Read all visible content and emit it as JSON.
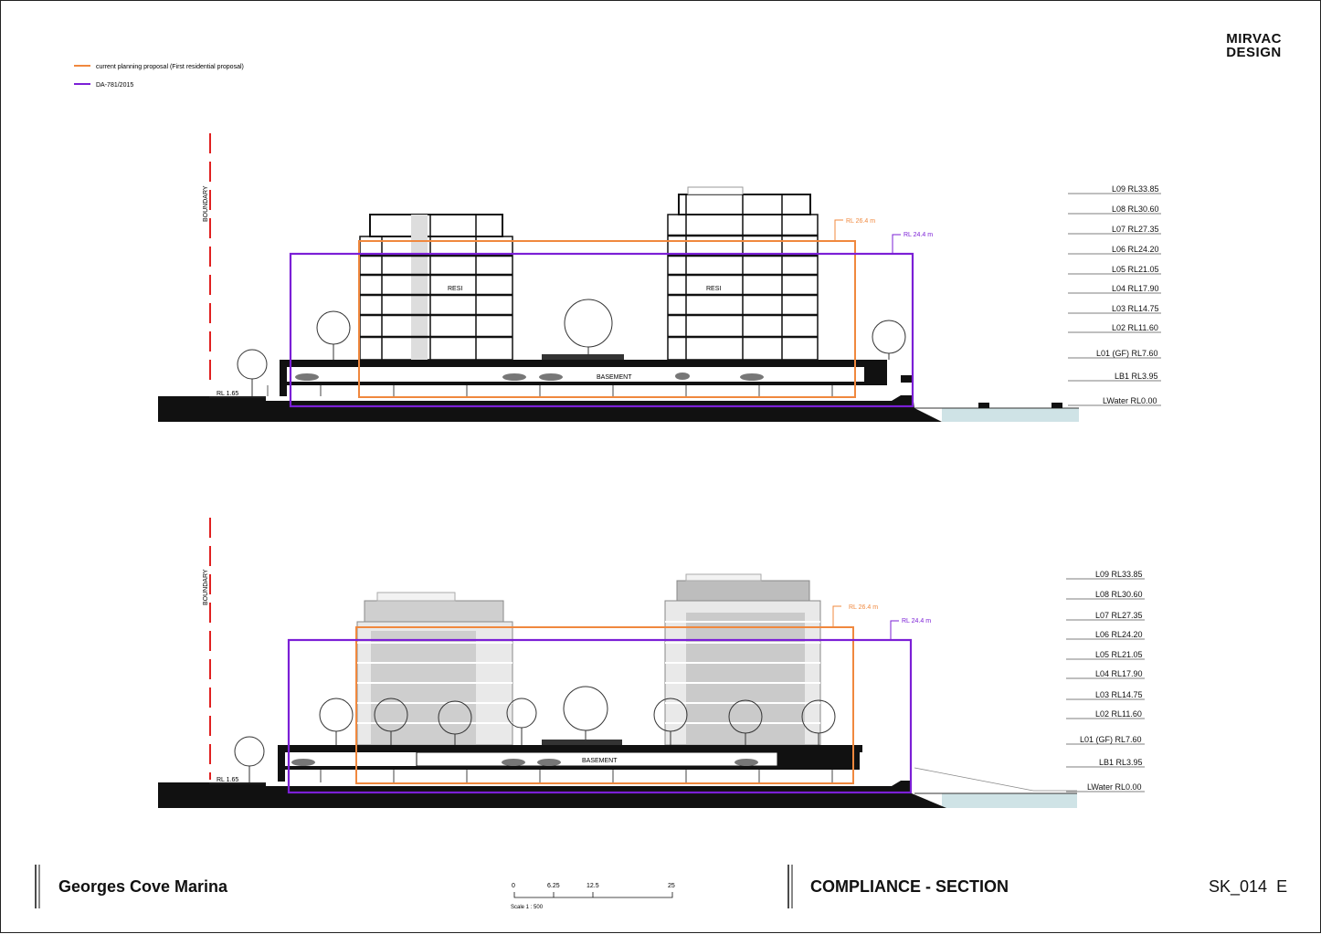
{
  "brand": {
    "line1": "MIRVAC",
    "line2": "DESIGN"
  },
  "legend": [
    {
      "label": "current planning proposal (First residential proposal)",
      "color": "#f0883e"
    },
    {
      "label": "DA-781/2015",
      "color": "#7b1fd6"
    }
  ],
  "colors": {
    "orange": "#f0883e",
    "purple": "#7b1fd6",
    "boundary": "#e02020",
    "water": "#cfe3e6"
  },
  "section1": {
    "boundary_label": "BOUNDARY",
    "resi_label": "RESI",
    "basement_label": "BASEMENT",
    "rl_ground": "RL 1.65",
    "rl_orange": "RL 26.4 m",
    "rl_purple": "RL 24.4 m",
    "levels": [
      "L09 RL33.85",
      "L08 RL30.60",
      "L07 RL27.35",
      "L06 RL24.20",
      "L05 RL21.05",
      "L04 RL17.90",
      "L03 RL14.75",
      "L02 RL11.60",
      "L01 (GF) RL7.60",
      "LB1 RL3.95",
      "LWater RL0.00"
    ]
  },
  "section2": {
    "boundary_label": "BOUNDARY",
    "basement_label": "BASEMENT",
    "rl_ground": "RL 1.65",
    "rl_orange": "RL 26.4 m",
    "rl_purple": "RL 24.4 m",
    "levels": [
      "L09 RL33.85",
      "L08 RL30.60",
      "L07 RL27.35",
      "L06 RL24.20",
      "L05 RL21.05",
      "L04 RL17.90",
      "L03 RL14.75",
      "L02 RL11.60",
      "L01 (GF) RL7.60",
      "LB1 RL3.95",
      "LWater RL0.00"
    ]
  },
  "scale": {
    "ticks": [
      "0",
      "6.25",
      "12.5",
      "25"
    ],
    "label": "Scale  1 : 500"
  },
  "footer": {
    "project": "Georges Cove Marina",
    "sheet_title": "COMPLIANCE - SECTION",
    "sheet_no": "SK_014",
    "revision": "E"
  }
}
